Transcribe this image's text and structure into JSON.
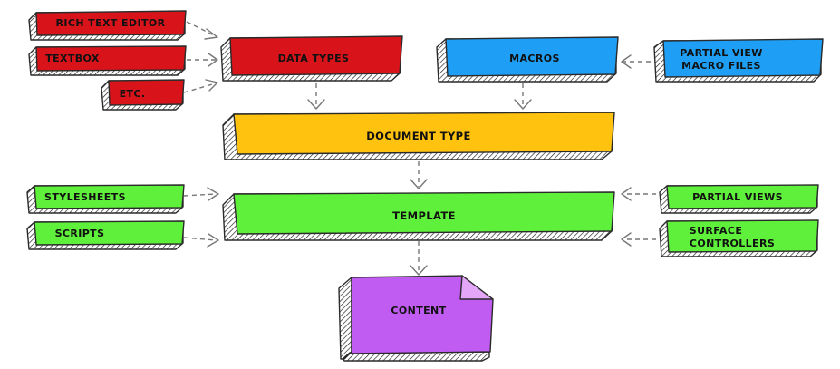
{
  "colors": {
    "red": "#d8141a",
    "blue": "#1e9ef4",
    "yellow": "#ffc20e",
    "green": "#5ef03a",
    "purple": "#c05cf2"
  },
  "nodes": {
    "rich_text_editor": "RICH TEXT EDITOR",
    "textbox": "TEXTBOX",
    "etc": "ETC.",
    "data_types": "DATA TYPES",
    "macros": "MACROS",
    "partial_view_macro_files_line1": "PARTIAL VIEW",
    "partial_view_macro_files_line2": "MACRO FILES",
    "document_type": "DOCUMENT TYPE",
    "stylesheets": "STYLESHEETS",
    "scripts": "SCRIPTS",
    "template": "TEMPLATE",
    "partial_views": "PARTIAL VIEWS",
    "surface_controllers_line1": "SURFACE",
    "surface_controllers_line2": "CONTROLLERS",
    "content": "CONTENT"
  }
}
